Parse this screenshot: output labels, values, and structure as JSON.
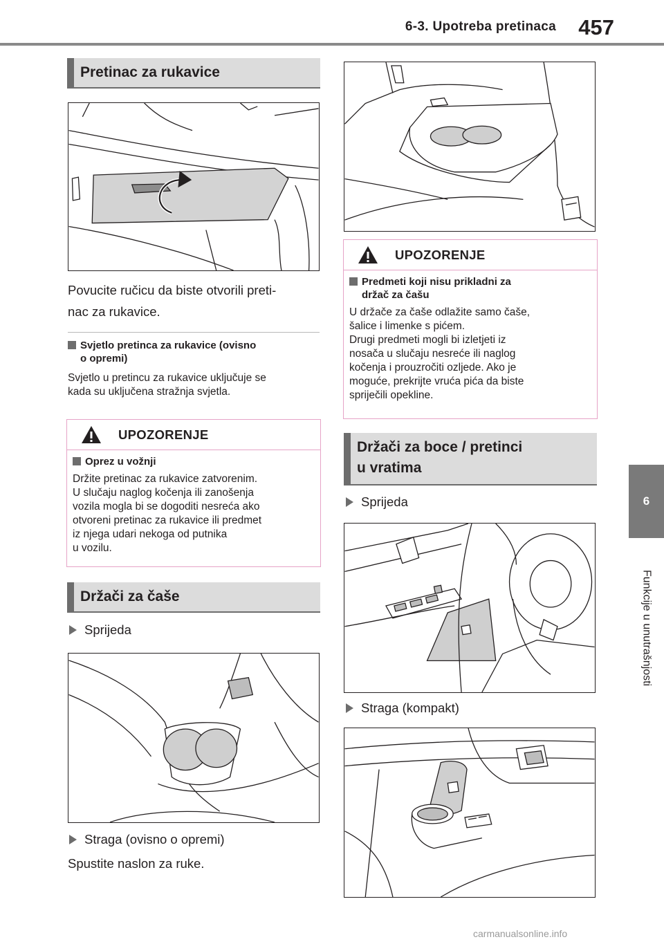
{
  "header": {
    "section_title": "6-3. Upotreba pretinaca",
    "page_number": "457"
  },
  "side_tab": {
    "chapter_number": "6",
    "chapter_label": "Funkcije u unutrašnjosti"
  },
  "left": {
    "glovebox": {
      "heading": "Pretinac za rukavice",
      "caption_line1": "Povucite ručicu da biste otvorili preti-",
      "caption_line2": "nac za rukavice.",
      "light": {
        "heading_line1": "Svjetlo pretinca za rukavice (ovisno",
        "heading_line2": "o opremi)",
        "text_line1": "Svjetlo u pretincu za rukavice uključuje se",
        "text_line2": "kada su uključena stražnja svjetla."
      }
    },
    "warning": {
      "title": "UPOZORENJE",
      "subheading": "Oprez u vožnji",
      "text": "Držite pretinac za rukavice zatvorenim.\nU slučaju naglog kočenja ili zanošenja\nvozila mogla bi se dogoditi nesreća ako\notvoreni pretinac za rukavice ili predmet\niz njega udari nekoga od putnika\nu vozilu."
    },
    "cupholders": {
      "heading": "Držači za čaše",
      "front_label": "Sprijeda",
      "rear_label": "Straga (ovisno o opremi)",
      "rear_note": "Spustite naslon za ruke."
    }
  },
  "right": {
    "warning": {
      "title": "UPOZORENJE",
      "subheading_line1": "Predmeti koji nisu prikladni za",
      "subheading_line2": "držač za čašu",
      "text": "U držače za čaše odlažite samo čaše,\nšalice i limenke s pićem.\nDrugi predmeti mogli bi izletjeti iz\nnosača u slučaju nesreće ili naglog\nkočenja i prouzročiti ozljede. Ako je\nmoguće, prekrijte vruća pića da biste\nspriječili opekline."
    },
    "bottles": {
      "heading_line1": "Držači za boce / pretinci",
      "heading_line2": "u vratima",
      "front_label": "Sprijeda",
      "rear_label": "Straga (kompakt)"
    }
  },
  "watermark": "carmanualsonline.info",
  "colors": {
    "warning_border": "#e6a3c7",
    "heading_bg": "#dcdcdc",
    "accent_gray": "#6d6d6d"
  },
  "icons": {
    "warning": "warning-triangle-icon",
    "bullet": "triangle-bullet-icon",
    "subheading": "square-bullet-icon"
  }
}
